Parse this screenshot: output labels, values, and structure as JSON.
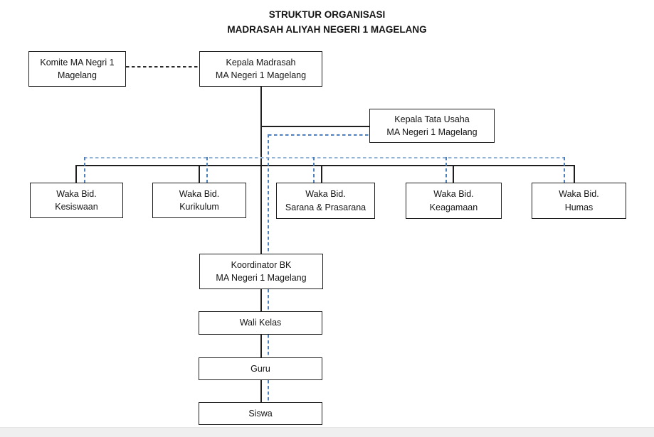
{
  "title": {
    "line1": "STRUKTUR ORGANISASI",
    "line2": "MADRASAH ALIYAH NEGERI 1 MAGELANG"
  },
  "nodes": {
    "komite": {
      "line1": "Komite MA Negri 1",
      "line2": "Magelang"
    },
    "kepala": {
      "line1": "Kepala Madrasah",
      "line2": "MA Negeri 1 Magelang"
    },
    "tata_usaha": {
      "line1": "Kepala Tata Usaha",
      "line2": "MA Negeri 1 Magelang"
    },
    "waka_kesiswaan": {
      "line1": "Waka Bid.",
      "line2": "Kesiswaan"
    },
    "waka_kurikulum": {
      "line1": "Waka Bid.",
      "line2": "Kurikulum"
    },
    "waka_sarana": {
      "line1": "Waka Bid.",
      "line2": "Sarana & Prasarana"
    },
    "waka_keagamaan": {
      "line1": "Waka Bid.",
      "line2": "Keagamaan"
    },
    "waka_humas": {
      "line1": "Waka Bid.",
      "line2": "Humas"
    },
    "koordinator_bk": {
      "line1": "Koordinator BK",
      "line2": "MA Negeri 1 Magelang"
    },
    "wali_kelas": {
      "line1": "Wali Kelas"
    },
    "guru": {
      "line1": "Guru"
    },
    "siswa": {
      "line1": "Siswa"
    }
  },
  "connections": [
    {
      "from": "komite",
      "to": "kepala",
      "style": "dashed-black"
    },
    {
      "from": "kepala",
      "to": "tata_usaha",
      "style": "solid"
    },
    {
      "from": "kepala",
      "to": "waka_kesiswaan",
      "style": "solid"
    },
    {
      "from": "kepala",
      "to": "waka_kurikulum",
      "style": "solid"
    },
    {
      "from": "kepala",
      "to": "waka_sarana",
      "style": "solid"
    },
    {
      "from": "kepala",
      "to": "waka_keagamaan",
      "style": "solid"
    },
    {
      "from": "kepala",
      "to": "waka_humas",
      "style": "solid"
    },
    {
      "from": "tata_usaha",
      "to": "waka_kesiswaan",
      "style": "dashed-blue"
    },
    {
      "from": "tata_usaha",
      "to": "waka_kurikulum",
      "style": "dashed-blue"
    },
    {
      "from": "tata_usaha",
      "to": "waka_sarana",
      "style": "dashed-blue"
    },
    {
      "from": "tata_usaha",
      "to": "waka_keagamaan",
      "style": "dashed-blue"
    },
    {
      "from": "tata_usaha",
      "to": "waka_humas",
      "style": "dashed-blue"
    },
    {
      "from": "kepala",
      "to": "koordinator_bk",
      "style": "solid"
    },
    {
      "from": "tata_usaha",
      "to": "koordinator_bk",
      "style": "dashed-blue"
    },
    {
      "from": "koordinator_bk",
      "to": "wali_kelas",
      "style": "solid+dashed-blue"
    },
    {
      "from": "wali_kelas",
      "to": "guru",
      "style": "solid+dashed-blue"
    },
    {
      "from": "guru",
      "to": "siswa",
      "style": "solid+dashed-blue"
    }
  ],
  "colors": {
    "box_border": "#1f1f1f",
    "solid_line": "#1f1f1f",
    "dashed_black": "#2b2b2b",
    "dashed_blue": "#4f81bd",
    "dashed_blue_light": "#95b3d7",
    "bottom_bar": "#efefef",
    "background": "#ffffff"
  }
}
